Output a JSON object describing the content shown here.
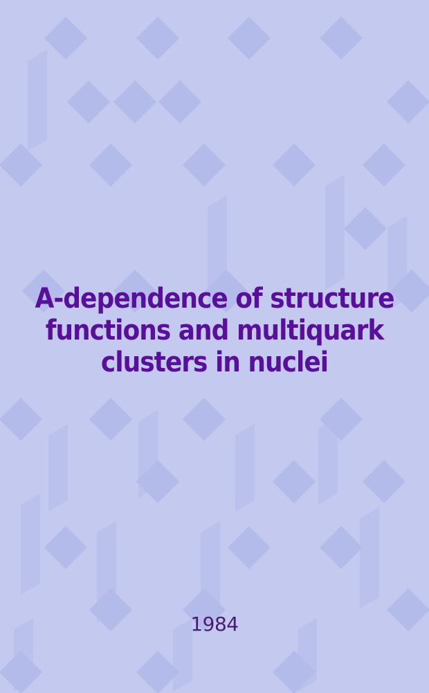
{
  "cover": {
    "title_lines": [
      "A-dependence of structure",
      "functions and multiquark",
      "clusters in nuclei"
    ],
    "year": "1984"
  },
  "colors": {
    "background": "#c3c9ef",
    "diamond": "#b2bbea",
    "title": "#5a0e9c",
    "year": "#4a1a78"
  },
  "pattern": {
    "diamonds": [
      [
        95,
        55
      ],
      [
        228,
        55
      ],
      [
        360,
        55
      ],
      [
        493,
        55
      ],
      [
        128,
        147
      ],
      [
        195,
        147
      ],
      [
        260,
        147
      ],
      [
        590,
        147
      ],
      [
        30,
        238
      ],
      [
        160,
        238
      ],
      [
        295,
        238
      ],
      [
        425,
        238
      ],
      [
        555,
        238
      ],
      [
        528,
        330
      ],
      [
        63,
        420
      ],
      [
        195,
        420
      ],
      [
        327,
        420
      ],
      [
        595,
        420
      ],
      [
        30,
        605
      ],
      [
        160,
        605
      ],
      [
        295,
        605
      ],
      [
        493,
        605
      ],
      [
        228,
        695
      ],
      [
        425,
        695
      ],
      [
        555,
        695
      ],
      [
        95,
        790
      ],
      [
        360,
        790
      ],
      [
        493,
        790
      ],
      [
        160,
        880
      ],
      [
        295,
        880
      ],
      [
        590,
        880
      ],
      [
        30,
        970
      ],
      [
        228,
        970
      ],
      [
        425,
        970
      ]
    ],
    "bars": [
      [
        40,
        80,
        130
      ],
      [
        300,
        290,
        150
      ],
      [
        470,
        260,
        150
      ],
      [
        560,
        320,
        120
      ],
      [
        70,
        620,
        110
      ],
      [
        200,
        600,
        110
      ],
      [
        340,
        620,
        110
      ],
      [
        460,
        610,
        110
      ],
      [
        30,
        720,
        130
      ],
      [
        140,
        760,
        130
      ],
      [
        290,
        760,
        120
      ],
      [
        520,
        740,
        130
      ],
      [
        20,
        900,
        90
      ],
      [
        250,
        900,
        90
      ],
      [
        430,
        900,
        90
      ]
    ]
  }
}
